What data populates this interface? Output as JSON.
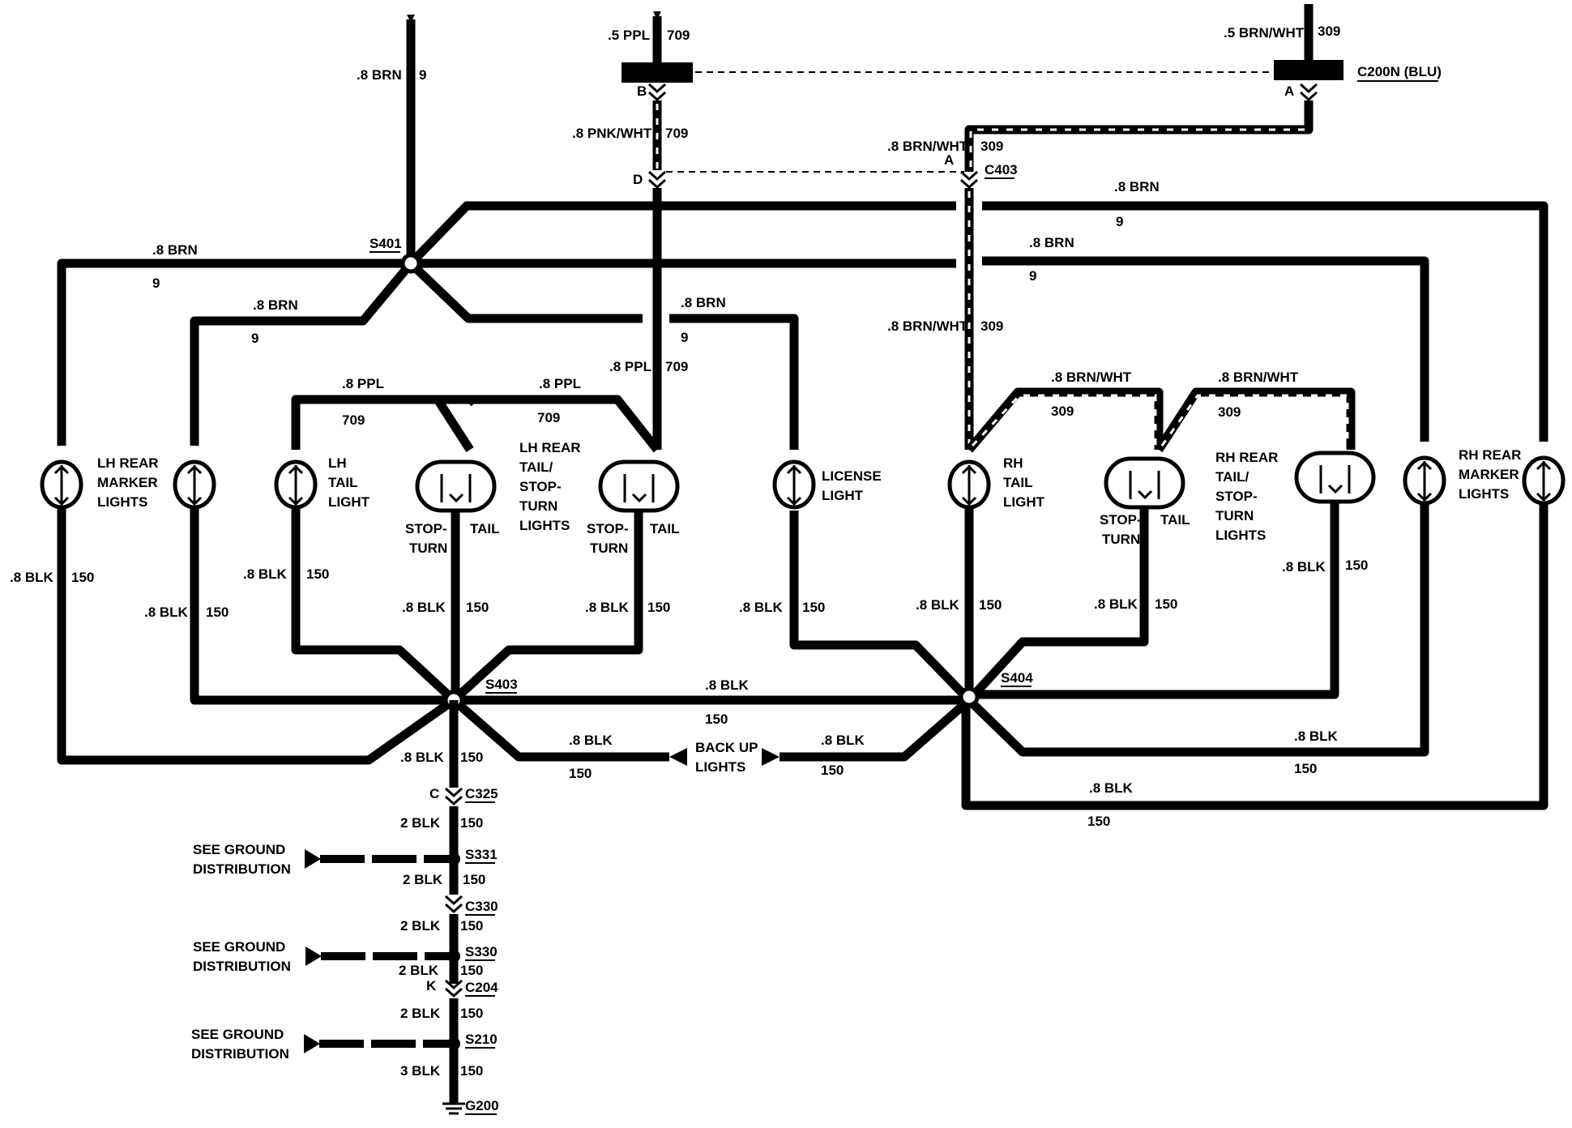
{
  "connectors": {
    "c200n": {
      "label": "C200N (BLU)",
      "pin_a": "A"
    },
    "c_top_left": {
      "pin_b": "B"
    },
    "c403": {
      "label": "C403",
      "pin_a": "A"
    },
    "c403_pin_d": "D",
    "c325": {
      "label": "C325",
      "pin": "C"
    },
    "c330": {
      "label": "C330"
    },
    "c204": {
      "label": "C204",
      "pin": "K"
    }
  },
  "splices": {
    "s401": "S401",
    "s403": "S403",
    "s404": "S404",
    "s331": "S331",
    "s330": "S330",
    "s210": "S210"
  },
  "ground": {
    "label": "G200"
  },
  "components": {
    "lh_marker": [
      "LH REAR",
      "MARKER",
      "LIGHTS"
    ],
    "lh_tail": [
      "LH",
      "TAIL",
      "LIGHT"
    ],
    "lh_tail_stop": [
      "LH REAR",
      "TAIL/",
      "STOP-",
      "TURN",
      "LIGHTS"
    ],
    "license": [
      "LICENSE",
      "LIGHT"
    ],
    "rh_tail": [
      "RH",
      "TAIL",
      "LIGHT"
    ],
    "rh_tail_stop": [
      "RH REAR",
      "TAIL/",
      "STOP-",
      "TURN",
      "LIGHTS"
    ],
    "rh_marker": [
      "RH REAR",
      "MARKER",
      "LIGHTS"
    ],
    "backup": [
      "BACK UP",
      "LIGHTS"
    ],
    "stop_turn": [
      "STOP-",
      "TURN"
    ],
    "tail": "TAIL",
    "see_ground": [
      "SEE GROUND",
      "DISTRIBUTION"
    ]
  },
  "wires": {
    "brn_08": ".8 BRN",
    "brn_ckt": "9",
    "ppl_05": ".5 PPL",
    "ppl_08": ".8 PPL",
    "ppl_ckt": "709",
    "pnk_wht": ".8 PNK/WHT",
    "brn_wht_05": ".5 BRN/WHT",
    "brn_wht_08": ".8 BRN/WHT",
    "brn_wht_ckt": "309",
    "blk_08": ".8 BLK",
    "blk_2": "2 BLK",
    "blk_3": "3 BLK",
    "blk_ckt": "150"
  }
}
